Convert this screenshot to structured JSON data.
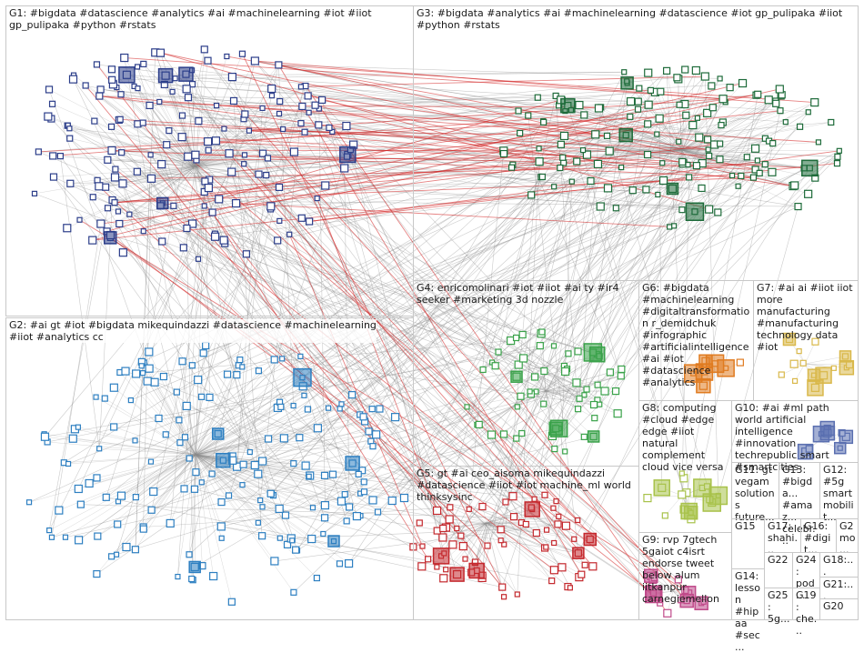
{
  "groups": [
    {
      "id": "G1",
      "label": "G1: #bigdata #datascience #analytics #ai #machinelearning #iot #iiot gp_pulipaka #python #rstats",
      "color": "#2c3e8a"
    },
    {
      "id": "G2",
      "label": "G2: #ai gt #iot #bigdata mikequindazzi #datascience #machinelearning #iiot #analytics cc",
      "color": "#2d7fc1"
    },
    {
      "id": "G3",
      "label": "G3: #bigdata #analytics #ai #machinelearning #datascience #iot gp_pulipaka #iiot #python #rstats",
      "color": "#1e6b3a"
    },
    {
      "id": "G4",
      "label": "G4: enricomolinari #iot #iiot #ai ty #ir4 seeker #marketing 3d nozzle",
      "color": "#3aa24a"
    },
    {
      "id": "G5",
      "label": "G5: gt #ai ceo_aisoma mikequindazzi #datascience #iiot #iot machine_ml world thinksysinc",
      "color": "#c4282d"
    },
    {
      "id": "G6",
      "label": "G6: #bigdata #machinelearning #digitaltransformation r_demidchuk #infographic #artificialintelligence #ai #iot #datascience #analytics",
      "color": "#e07b20"
    },
    {
      "id": "G7",
      "label": "G7: #ai ai #iiot iiot more manufacturing #manufacturing technology data #iot",
      "color": "#d9b84a"
    },
    {
      "id": "G8",
      "label": "G8: computing #cloud #edge edge #iiot natural complement cloud vice versa",
      "color": "#a8c24a"
    },
    {
      "id": "G9",
      "label": "G9: rvp 7gtech 5gaiot c4isrt endorse tweet below alum iitkanpur carnegiemellon",
      "color": "#c04a8a"
    },
    {
      "id": "G10",
      "label": "G10: #ai #ml path world artificial intelligence #innovation techrepublic smart #smartcities",
      "color": "#5a6fb0"
    },
    {
      "id": "G11",
      "label": "G11: gt vegam solutions future...",
      "color": "#8a8a3a"
    },
    {
      "id": "G12",
      "label": "G12: #5g smart mobilit...",
      "color": "#6a4ab0"
    },
    {
      "id": "G13",
      "label": "G13: #bigda... #amaz... celebr...",
      "color": "#3a8a8a"
    },
    {
      "id": "G14",
      "label": "G14: lesson #hipaa #sec...",
      "color": "#8a3a3a"
    },
    {
      "id": "G15",
      "label": "G15",
      "color": "#4a4a8a"
    },
    {
      "id": "G16",
      "label": "G16: #digit...",
      "color": "#2a6a2a"
    },
    {
      "id": "G17",
      "label": "G17: shahi...",
      "color": "#7a2a6a"
    },
    {
      "id": "G18",
      "label": "G18:...",
      "color": "#4a7a9a"
    },
    {
      "id": "G19",
      "label": "G19: che...",
      "color": "#9a6a2a"
    },
    {
      "id": "G20",
      "label": "G20",
      "color": "#2a2a2a"
    },
    {
      "id": "G21",
      "label": "G21:...",
      "color": "#5a5a5a"
    },
    {
      "id": "G22",
      "label": "G22",
      "color": "#3a5a3a"
    },
    {
      "id": "G24",
      "label": "G24: pod...",
      "color": "#6a3a3a"
    },
    {
      "id": "G25",
      "label": "G25: 5g...",
      "color": "#3a3a6a"
    },
    {
      "id": "G2x",
      "label": "G2 mo...",
      "color": "#5a3a5a"
    }
  ],
  "colors": {
    "edge_gray": "#8c8c8c",
    "edge_red": "#d21e1e",
    "box_border": "#c8c8c8",
    "background": "#ffffff"
  }
}
